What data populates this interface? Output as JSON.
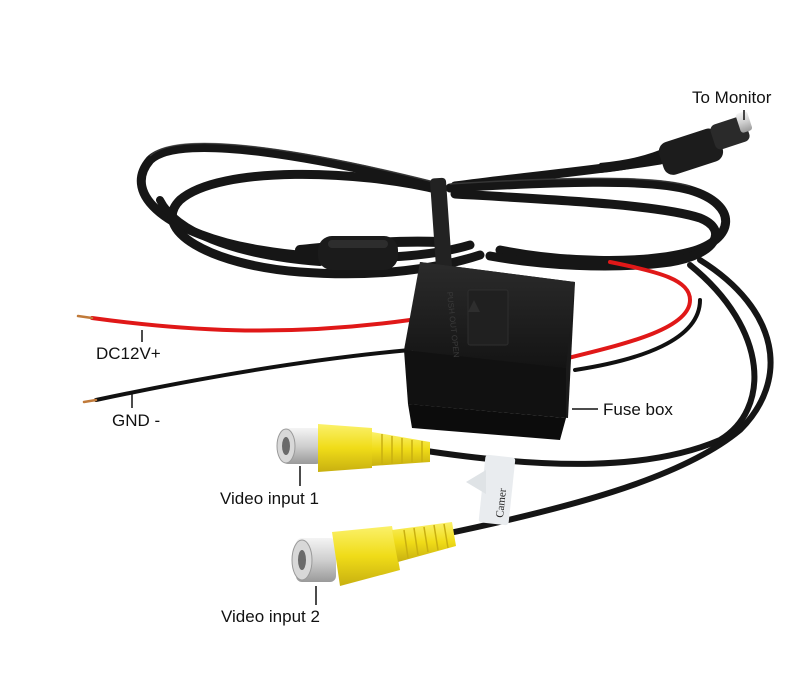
{
  "labels": {
    "to_monitor": "To Monitor",
    "dc12v": "DC12V+",
    "gnd": "GND -",
    "fuse_box": "Fuse box",
    "video_input_1": "Video input 1",
    "video_input_2": "Video input 2"
  },
  "fuse_box_embossed_text": "PUSH OUT OPEN",
  "tag_text": "Camer",
  "colors": {
    "cable": "#1a1a1a",
    "red_wire": "#e01818",
    "rca_yellow": "#f2e020",
    "fuse_box": "#1c1c1c",
    "label_text": "#111111",
    "background": "#ffffff"
  }
}
